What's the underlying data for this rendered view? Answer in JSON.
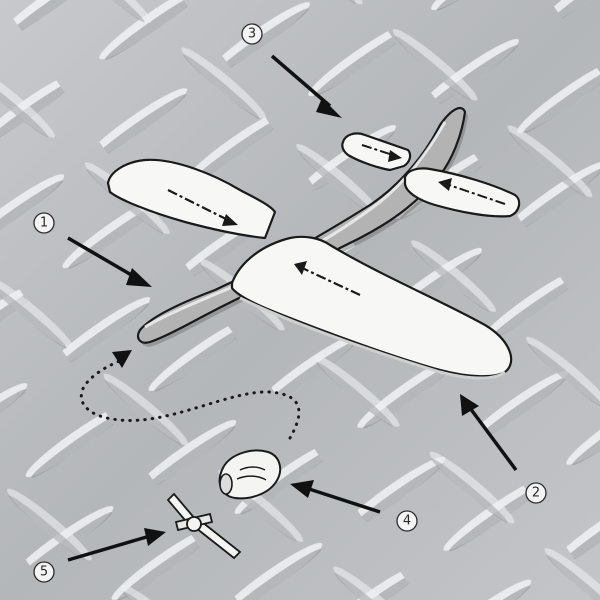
{
  "callouts": [
    {
      "id": "1",
      "label": "①"
    },
    {
      "id": "2",
      "label": "②"
    },
    {
      "id": "3",
      "label": "③"
    },
    {
      "id": "4",
      "label": "④"
    },
    {
      "id": "5",
      "label": "⑤"
    }
  ],
  "colors": {
    "plate_base": "#b9bcbf",
    "plate_light": "#eef0f2",
    "plate_dark": "#8e9195",
    "foam": "#f7f7f5",
    "fuselage": "#b3b3b3",
    "outline": "#1a1a1a",
    "arrow": "#111111"
  },
  "icons": [
    "airplane-icon",
    "nose-cap-icon",
    "propeller-icon",
    "arrow-icon"
  ]
}
